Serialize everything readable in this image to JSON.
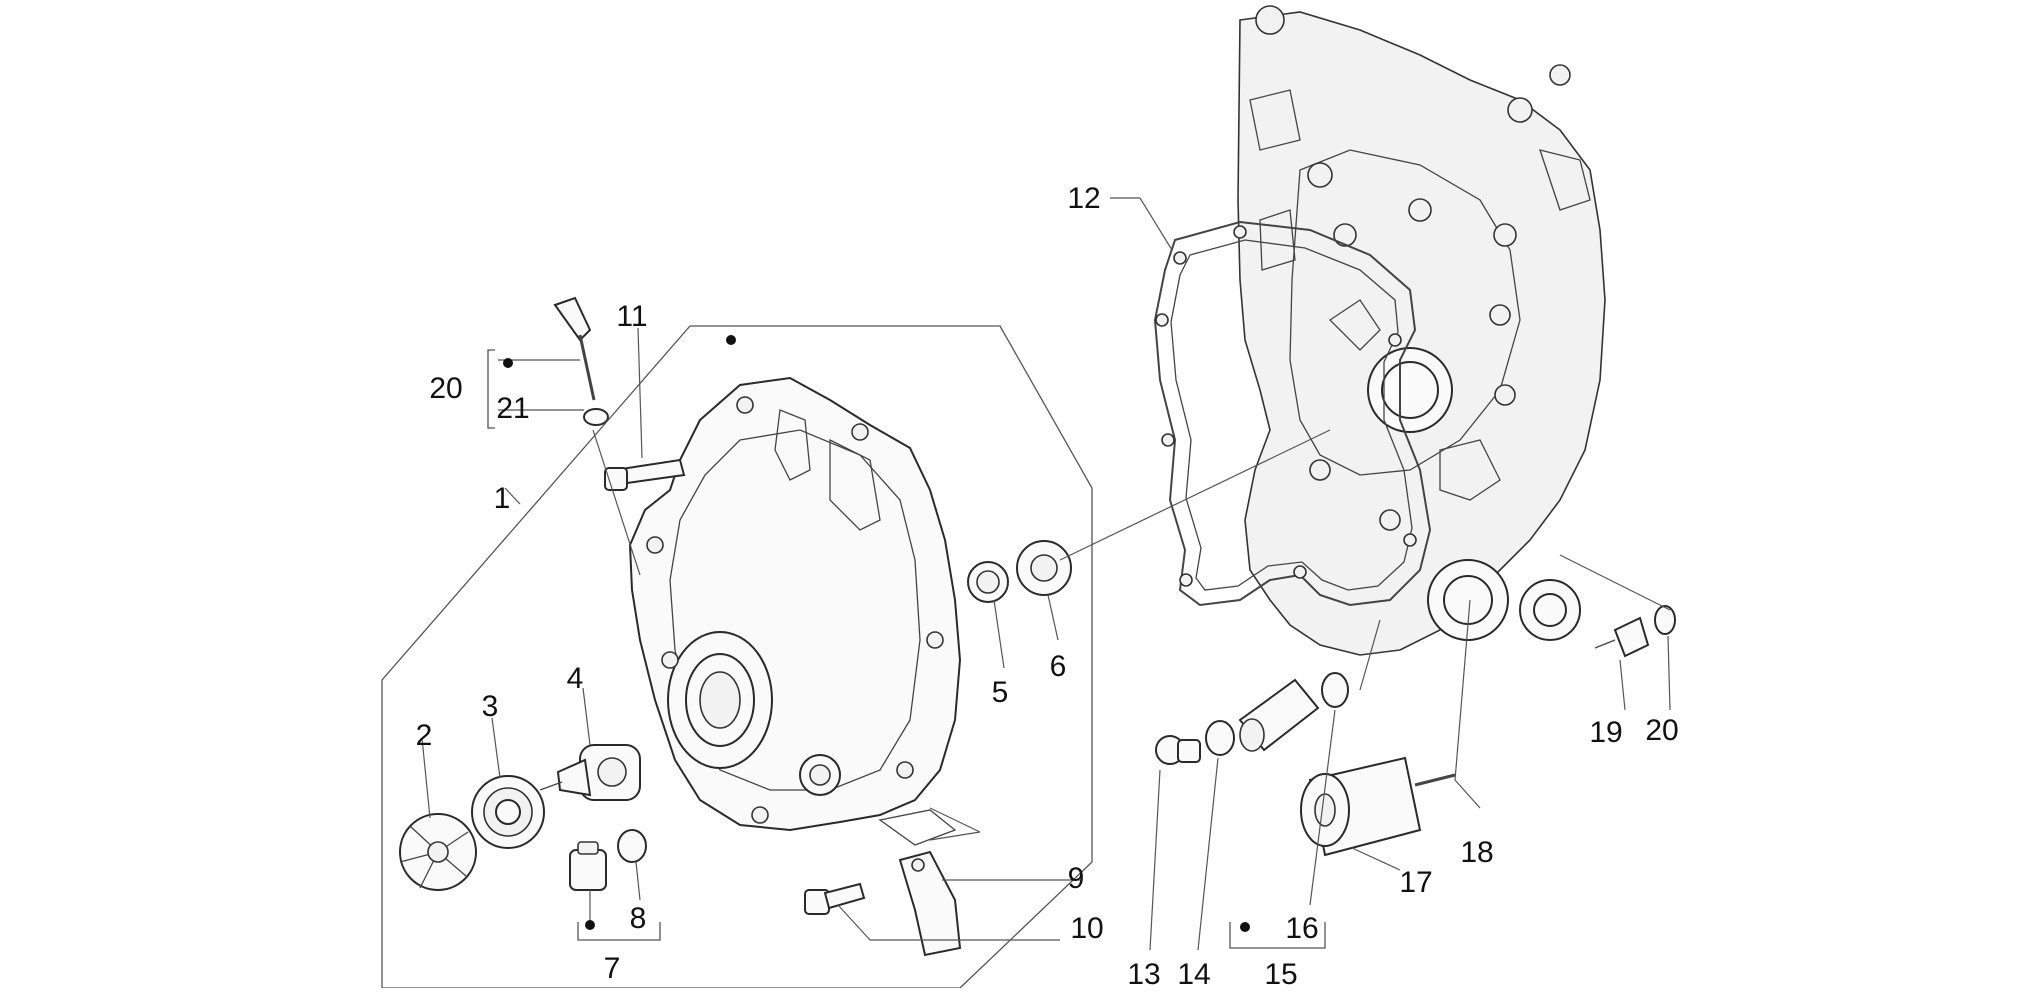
{
  "labels": {
    "l1": "1",
    "l2": "2",
    "l3": "3",
    "l4": "4",
    "l5": "5",
    "l6": "6",
    "l7": "7",
    "l8": "8",
    "l9": "9",
    "l10": "10",
    "l11": "11",
    "l12": "12",
    "l13": "13",
    "l14": "14",
    "l15": "15",
    "l16": "16",
    "l17": "17",
    "l18": "18",
    "l19": "19",
    "l20a": "20",
    "l20b": "20",
    "l21": "21"
  },
  "colors": {
    "line": "#2a2a2a",
    "text": "#111111",
    "background": "#ffffff"
  }
}
